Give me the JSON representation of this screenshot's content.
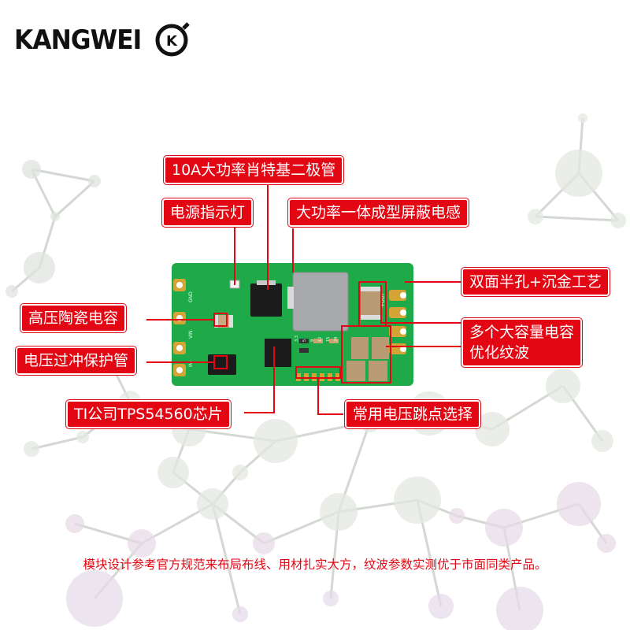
{
  "brand": {
    "name": "KANGWEI",
    "mark": "K"
  },
  "callouts": {
    "schottky": "10A大功率肖特基二极管",
    "power_led": "电源指示灯",
    "inductor": "大功率一体成型屏蔽电感",
    "ceramic_cap": "高压陶瓷电容",
    "tvs": "电压过冲保护管",
    "half_hole": "双面半孔+沉金工艺",
    "multi_cap_line1": "多个大容量电容",
    "multi_cap_line2": "优化纹波",
    "chip": "TI公司TPS54560芯片",
    "jumper": "常用电压跳点选择"
  },
  "pcb_silkscreen": {
    "gnd": "GND",
    "vin": "VIN",
    "in_minus": "IN-",
    "out_plus": "+OUT",
    "jumper_values": [
      "3.3",
      "5",
      "9",
      "12",
      "15",
      "24"
    ]
  },
  "footer": {
    "text": "模块设计参考官方规范来布局布线、用材扎实大方，纹波参数实测优于市面同类产品。"
  },
  "colors": {
    "accent": "#e30613",
    "pcb_green": "#1faa4a",
    "gold": "#d4a437"
  }
}
